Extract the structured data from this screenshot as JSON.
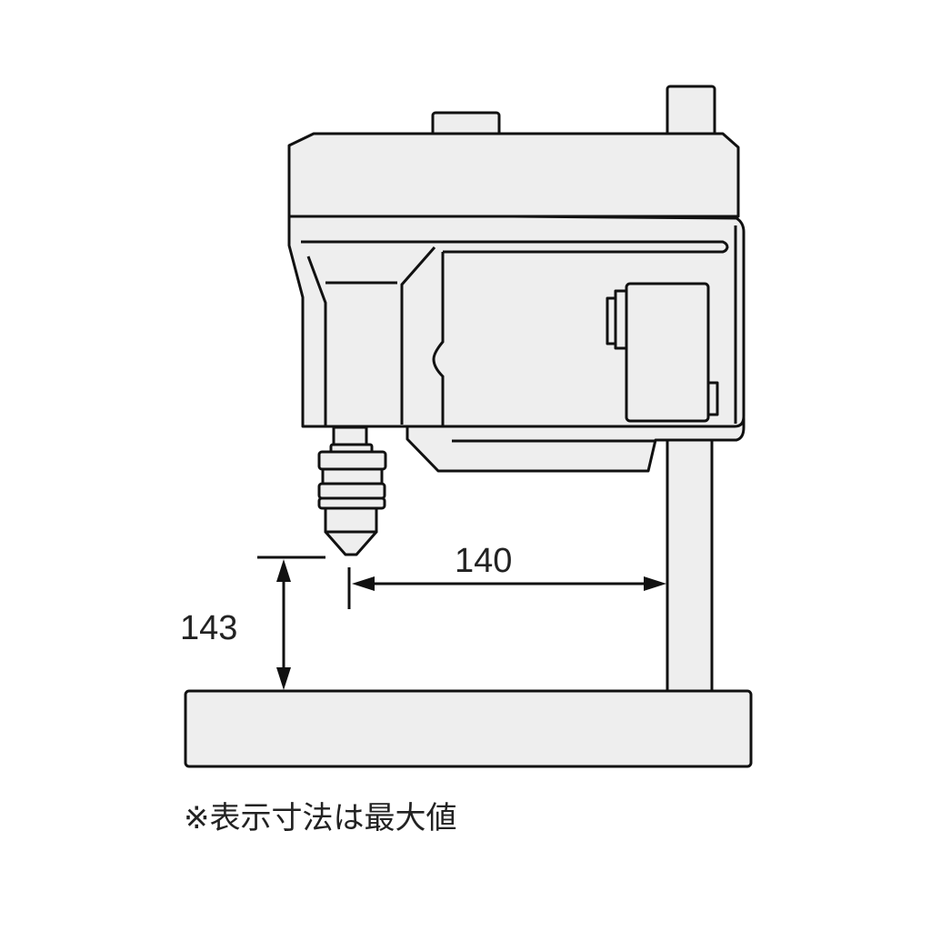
{
  "dimensions": {
    "width_label": "140",
    "height_label": "143"
  },
  "note": "※表示寸法は最大値",
  "colors": {
    "fill": "#eeeeee",
    "stroke": "#111111"
  }
}
